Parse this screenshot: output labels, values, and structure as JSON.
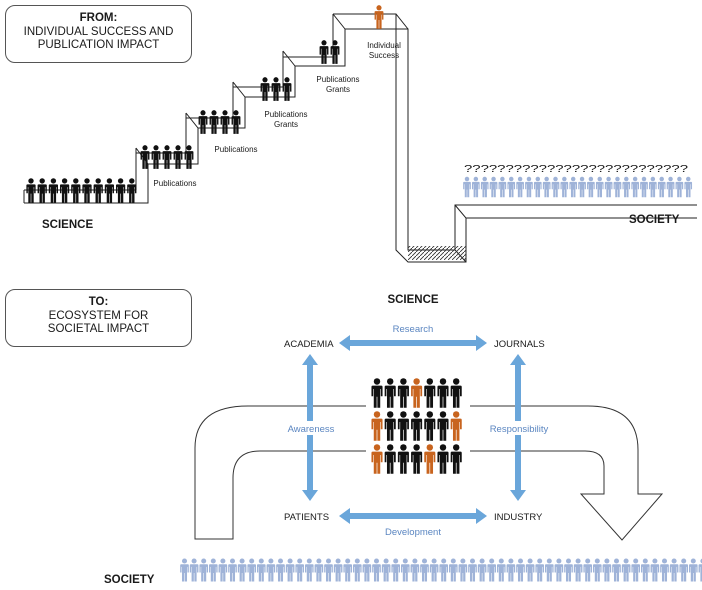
{
  "from_box": {
    "line1": "FROM:",
    "line2": "INDIVIDUAL SUCCESS AND",
    "line3": "PUBLICATION IMPACT"
  },
  "to_box": {
    "line1": "TO:",
    "line2": "ECOSYSTEM FOR",
    "line3": "SOCIETAL IMPACT"
  },
  "staircase": {
    "science_label": "SCIENCE",
    "society_label": "SOCIETY",
    "questions": "???????????????????????????",
    "step_labels": [
      [
        "Publications"
      ],
      [
        "Publications"
      ],
      [
        "Publications",
        "Grants"
      ],
      [
        "Publications",
        "Grants"
      ],
      [
        "Individual",
        "Success"
      ]
    ]
  },
  "ecosystem": {
    "science_label": "SCIENCE",
    "society_label": "SOCIETY",
    "nodes": {
      "academia": "ACADEMIA",
      "journals": "JOURNALS",
      "patients": "PATIENTS",
      "industry": "INDUSTRY"
    },
    "links": {
      "research": "Research",
      "development": "Development",
      "awareness": "Awareness",
      "responsibility": "Responsibility"
    },
    "people_grid_colors": [
      [
        "black",
        "black",
        "black",
        "orange",
        "black",
        "black",
        "black"
      ],
      [
        "orange",
        "black",
        "black",
        "black",
        "black",
        "black",
        "orange"
      ],
      [
        "orange",
        "black",
        "black",
        "black",
        "orange",
        "black",
        "black"
      ]
    ]
  },
  "colors": {
    "black_figure": "#111111",
    "orange_figure": "#c8641e",
    "society_figure": "#9fb3d8",
    "arrow_blue": "#6aa6da",
    "link_text": "#5b86c1"
  }
}
